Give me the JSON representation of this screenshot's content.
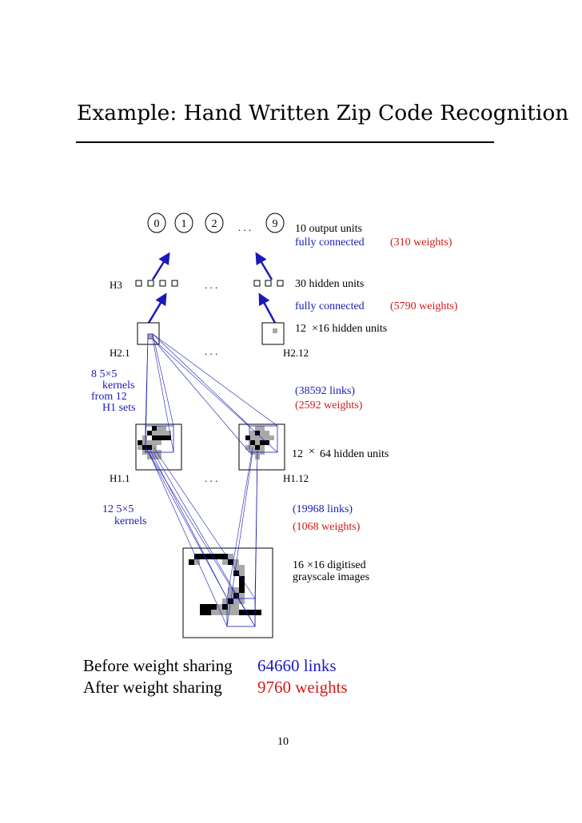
{
  "title": "Example: Hand Written Zip Code Recognition",
  "output_units": [
    "0",
    "1",
    "2",
    "9"
  ],
  "output_ellipsis": ". . .",
  "labels": {
    "h3": "H3",
    "h3_ellipsis": ". . .",
    "h21": "H2.1",
    "h2_ellipsis": ". . .",
    "h212": "H2.12",
    "h11": "H1.1",
    "h1_ellipsis": ". . .",
    "h112": "H1.12"
  },
  "annotations": {
    "output_units": "10 output units",
    "fc1": "fully connected",
    "fc1_weights": "(310 weights)",
    "hidden30": "30 hidden units",
    "fc2": "fully connected",
    "fc2_weights": "(5790 weights)",
    "h2_units_a": "12",
    "h2_units_b": "×16 hidden units",
    "h2_links": "(38592 links)",
    "h2_weights": "(2592 weights)",
    "h1_units_a": "12",
    "h1_units_b": "64 hidden units",
    "h1_links": "(19968 links)",
    "h1_weights": "(1068 weights)",
    "input_a": "16",
    "input_b": "×16 digitised",
    "input_c": "grayscale images"
  },
  "kernel_notes": {
    "k8_line1": "8   5×5",
    "k8_line2": "kernels",
    "k8_line3": "from 12",
    "k8_line4": "H1 sets",
    "k12_line1": "12   5×5",
    "k12_line2": "kernels"
  },
  "summary": {
    "before_label": "Before weight sharing",
    "before_value": "64660 links",
    "after_label": "After weight sharing",
    "after_value": "9760 weights"
  },
  "page_number": "10",
  "colors": {
    "blue": "#1a1ab8",
    "red": "#d21818",
    "gray": "#a8a8a8"
  }
}
